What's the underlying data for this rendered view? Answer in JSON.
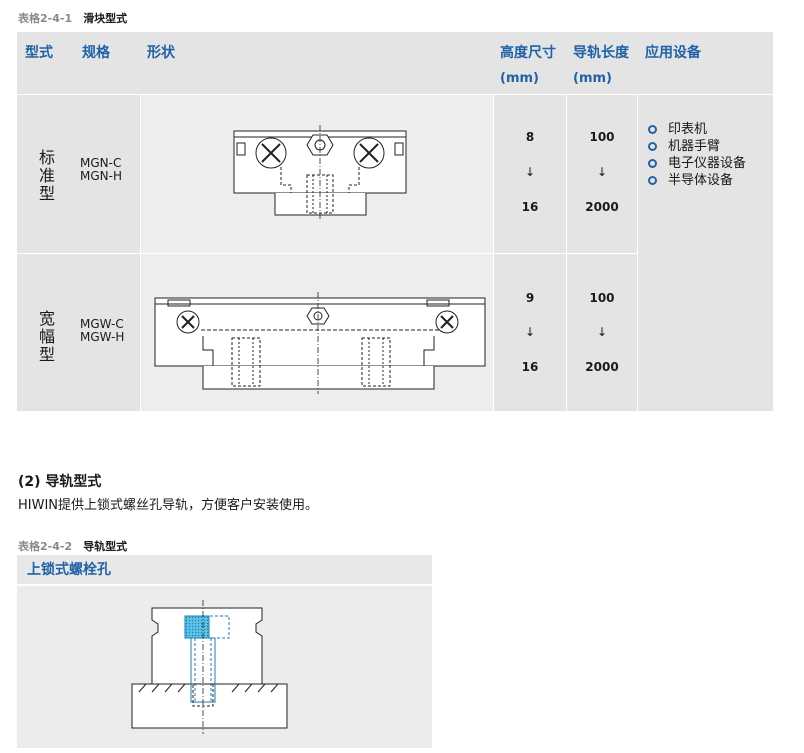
{
  "table1": {
    "caption_num": "表格2-4-1",
    "caption_text": "滑块型式",
    "headers": {
      "type": "型式",
      "spec": "规格",
      "shape": "形状",
      "height": "高度尺寸",
      "height_unit": "(mm)",
      "length": "导轨长度",
      "length_unit": "(mm)",
      "app": "应用设备"
    },
    "rows": [
      {
        "type": "标准型",
        "spec_lines": [
          "MGN-C",
          "MGN-H"
        ],
        "height_min": "8",
        "height_arrow": "↓",
        "height_max": "16",
        "length_min": "100",
        "length_arrow": "↓",
        "length_max": "2000"
      },
      {
        "type": "宽幅型",
        "spec_lines": [
          "MGW-C",
          "MGW-H"
        ],
        "height_min": "9",
        "height_arrow": "↓",
        "height_max": "16",
        "length_min": "100",
        "length_arrow": "↓",
        "length_max": "2000"
      }
    ],
    "applications": [
      "印表机",
      "机器手臂",
      "电子仪器设备",
      "半导体设备"
    ]
  },
  "section": {
    "title": "(2) 导轨型式",
    "body": "HIWIN提供上锁式螺丝孔导轨，方便客户安装使用。"
  },
  "table2": {
    "caption_num": "表格2-4-2",
    "caption_text": "导轨型式",
    "header": "上锁式螺栓孔"
  },
  "colors": {
    "accent": "#1f62a8",
    "cell_bg": "#e4e4e4",
    "hatch_blue": "#5fc3e8"
  }
}
